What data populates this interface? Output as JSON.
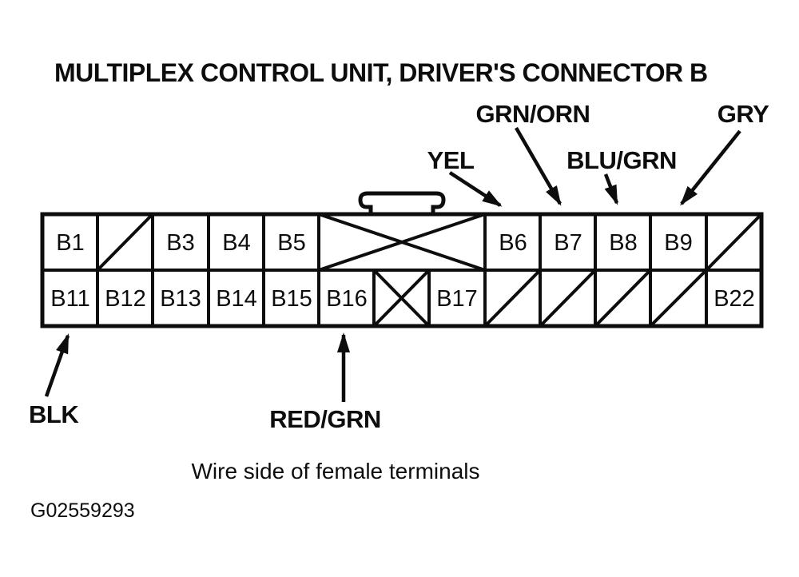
{
  "title": "MULTIPLEX CONTROL UNIT, DRIVER'S CONNECTOR B",
  "caption": "Wire side of female terminals",
  "figure_id": "G02559293",
  "ink_color": "#0d0d0d",
  "wire_labels": [
    {
      "id": "yel",
      "text": "YEL",
      "points_to": "B6"
    },
    {
      "id": "grn-orn",
      "text": "GRN/ORN",
      "points_to": "B7"
    },
    {
      "id": "blu-grn",
      "text": "BLU/GRN",
      "points_to": "B8"
    },
    {
      "id": "gry",
      "text": "GRY",
      "points_to": "B9"
    },
    {
      "id": "blk",
      "text": "BLK",
      "points_to": "B11"
    },
    {
      "id": "red-grn",
      "text": "RED/GRN",
      "points_to": "B16"
    }
  ],
  "connector": {
    "top_row": [
      {
        "label": "B1",
        "type": "pin"
      },
      {
        "label": "",
        "type": "blocked-diagonal"
      },
      {
        "label": "B3",
        "type": "pin"
      },
      {
        "label": "B4",
        "type": "pin"
      },
      {
        "label": "B5",
        "type": "pin"
      },
      {
        "label": "",
        "type": "blocked-x",
        "span": 3
      },
      {
        "label": "B6",
        "type": "pin"
      },
      {
        "label": "B7",
        "type": "pin"
      },
      {
        "label": "B8",
        "type": "pin"
      },
      {
        "label": "B9",
        "type": "pin"
      },
      {
        "label": "",
        "type": "blocked-diagonal"
      }
    ],
    "bottom_row": [
      {
        "label": "B11",
        "type": "pin"
      },
      {
        "label": "B12",
        "type": "pin"
      },
      {
        "label": "B13",
        "type": "pin"
      },
      {
        "label": "B14",
        "type": "pin"
      },
      {
        "label": "B15",
        "type": "pin"
      },
      {
        "label": "B16",
        "type": "pin"
      },
      {
        "label": "",
        "type": "blocked-x"
      },
      {
        "label": "B17",
        "type": "pin"
      },
      {
        "label": "",
        "type": "blocked-diagonal"
      },
      {
        "label": "",
        "type": "blocked-diagonal"
      },
      {
        "label": "",
        "type": "blocked-diagonal"
      },
      {
        "label": "",
        "type": "blocked-diagonal"
      },
      {
        "label": "B22",
        "type": "pin"
      }
    ]
  }
}
